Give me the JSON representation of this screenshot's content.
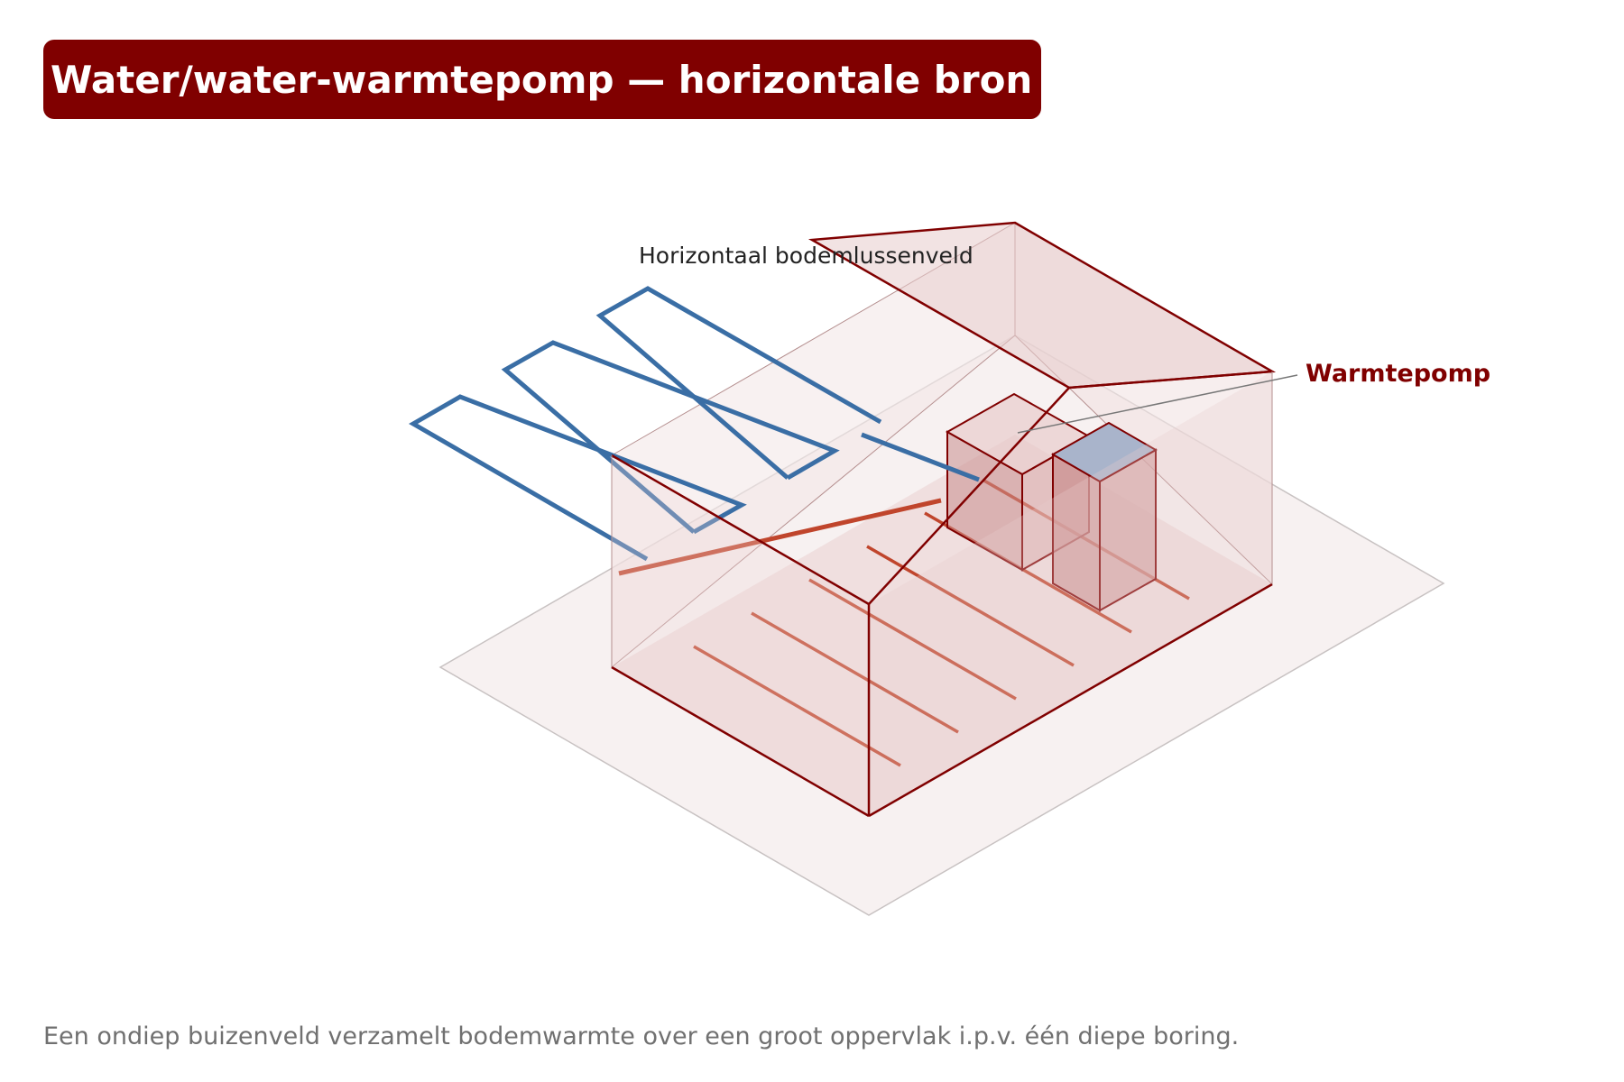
{
  "title": "Water/water-warmtepomp — horizontale bron",
  "labels": {
    "field": "Horizontaal bodemlussenveld",
    "pump": "Warmtepomp"
  },
  "caption": "Een ondiep buizenveld verzamelt bodemwarmte over een groot oppervlak i.p.v. één diepe boring.",
  "colors": {
    "accent": "#800000",
    "loop": "#3a6ea5",
    "heating_pipe": "#c0452c",
    "caption": "#707070"
  }
}
